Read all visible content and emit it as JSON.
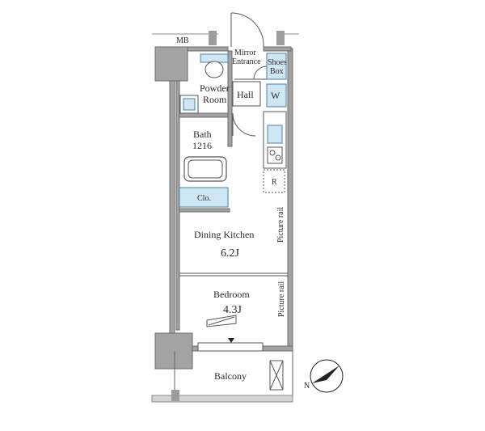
{
  "labels": {
    "mb": "MB",
    "mirror": "Mirror",
    "entrance": "Entrance",
    "shoes": "Shoes",
    "box": "Box",
    "powder": "Powder",
    "room": "Room",
    "hall": "Hall",
    "w": "W",
    "bath": "Bath",
    "bath_size": "1216",
    "r": "R",
    "clo": "Clo.",
    "dining_kitchen": "Dining Kitchen",
    "dining_kitchen_size": "6.2J",
    "picture_rail_1": "Picture rail",
    "bedroom": "Bedroom",
    "bedroom_size": "4.3J",
    "picture_rail_2": "Picture rail",
    "balcony": "Balcony",
    "north": "N"
  },
  "colors": {
    "wall": "#6b6b6b",
    "wall_fill": "#a3a3a3",
    "line": "#3a3a3a",
    "fixture_blue": "#cfe6f3",
    "fixture_stroke": "#4a7fa5",
    "compass": "#222222"
  }
}
